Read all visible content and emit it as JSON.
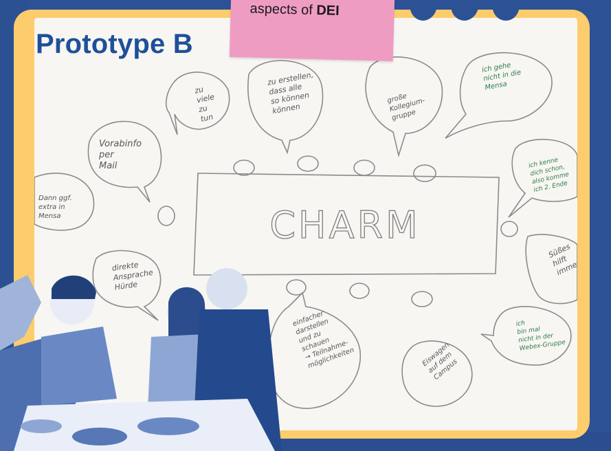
{
  "title": "Prototype B",
  "sticky_note": {
    "text_plain": "aspects of ",
    "text_bold": "DEI"
  },
  "central_box": "CHARM",
  "bubbles": {
    "too_much": [
      "zu",
      "viele",
      "zu",
      "tun"
    ],
    "ensure_all": [
      "zu erstellen,",
      "dass alle",
      "so können",
      "können"
    ],
    "big_group": [
      "große",
      "Kollegium-",
      "gruppe"
    ],
    "mensa_no": [
      "ich gehe",
      "nicht in die",
      "Mensa"
    ],
    "advance_info": [
      "Vorabinfo",
      "per",
      "Mail"
    ],
    "extra_mensa": [
      "Dann ggf.",
      "extra in",
      "Mensa"
    ],
    "direct_hurdle": [
      "direkte",
      "Ansprache",
      "Hürde"
    ],
    "know_you": [
      "ich kenne",
      "dich schon,",
      "also komme",
      "ich 2. Ende"
    ],
    "sweets": [
      "Süßes",
      "hilft",
      "immer"
    ],
    "webex": [
      "ich",
      "bin mal",
      "nicht in der",
      "Webex-Gruppe"
    ],
    "simpler": [
      "einfacher",
      "darstellen",
      "und zu",
      "schauen",
      "→ Teilnahme-",
      "möglichkeiten"
    ],
    "ice_truck": [
      "Eiswagen",
      "auf dem",
      "Campus"
    ]
  },
  "colors": {
    "background": "#2d5196",
    "panel": "#fdcc6c",
    "paper": "#f7f6f2",
    "title": "#1f4f9a",
    "sticky": "#ef9cc3",
    "pencil": "#555555",
    "green_ink": "#2e7d4a"
  },
  "icons": [
    "logo-icon-1",
    "logo-icon-2",
    "logo-icon-3",
    "people-eating-illustration"
  ]
}
